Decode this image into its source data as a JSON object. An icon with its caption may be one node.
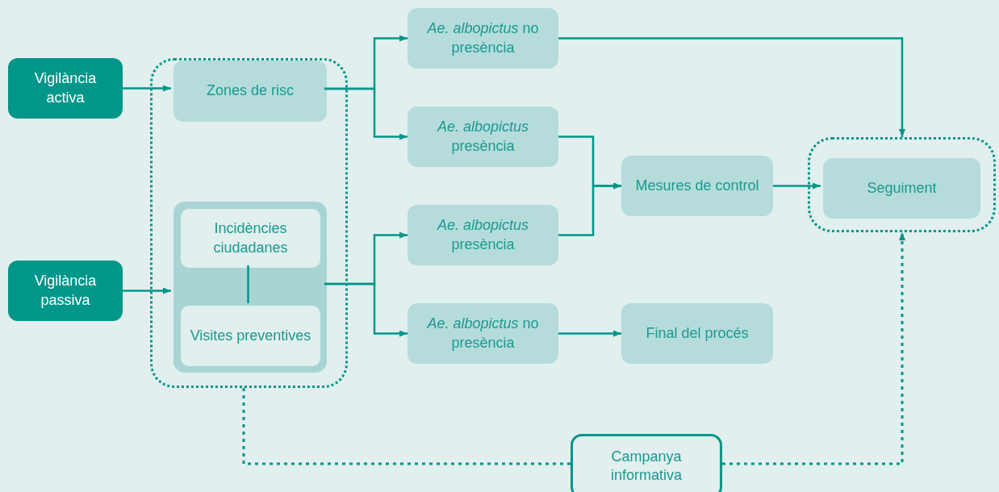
{
  "diagram": {
    "nodes": [
      {
        "text": [
          "Vigilància activa"
        ]
      },
      {
        "text": [],
        "shape": "box"
      },
      {
        "text": [
          "Zones de risc"
        ],
        "in": 1
      },
      {
        "text": [],
        "shape": "box",
        "in": 1
      },
      {
        "text": [
          "Incidències ciudadanes"
        ],
        "in": 3
      },
      {
        "text": [
          "Visites preventives"
        ],
        "in": 3
      },
      {
        "text": [
          "Vigilància passiva"
        ]
      },
      {
        "text": [
          "*Ae. albopictus* no presència"
        ]
      },
      {
        "text": [
          "*Ae. albopictus* presència"
        ]
      },
      {
        "text": [
          "*Ae. albopictus* presència"
        ]
      },
      {
        "text": [
          "*Ae. albopictus* no presència"
        ]
      },
      {
        "text": [
          "Mesures de control"
        ]
      },
      {
        "text": [],
        "shape": "box"
      },
      {
        "text": [
          "Seguiment"
        ],
        "in": 12
      },
      {
        "text": [
          "Final del procés"
        ]
      },
      {
        "text": [
          "Campanya informativa"
        ]
      }
    ],
    "edges": [
      {
        "from": 0,
        "to": 2,
        "arrow": "to"
      },
      {
        "from": 6,
        "to": 3,
        "arrow": "to"
      },
      {
        "from": 2,
        "to": 7,
        "arrow": "to"
      },
      {
        "from": 2,
        "to": 8,
        "arrow": "to"
      },
      {
        "from": 3,
        "to": 9,
        "arrow": "to"
      },
      {
        "from": 3,
        "to": 10,
        "arrow": "to"
      },
      {
        "from": 4,
        "to": 5,
        "arrow": "none"
      },
      {
        "from": 7,
        "to": 12,
        "arrow": "to"
      },
      {
        "from": 8,
        "to": 11,
        "arrow": "to"
      },
      {
        "from": 9,
        "to": 11,
        "arrow": "to"
      },
      {
        "from": 11,
        "to": 13,
        "arrow": "to"
      },
      {
        "from": 10,
        "to": 14,
        "arrow": "to"
      },
      {
        "from": 1,
        "to": 15,
        "arrow": "none",
        "style": "dashed"
      },
      {
        "from": 15,
        "to": 12,
        "arrow": "to",
        "style": "dashed"
      }
    ]
  }
}
